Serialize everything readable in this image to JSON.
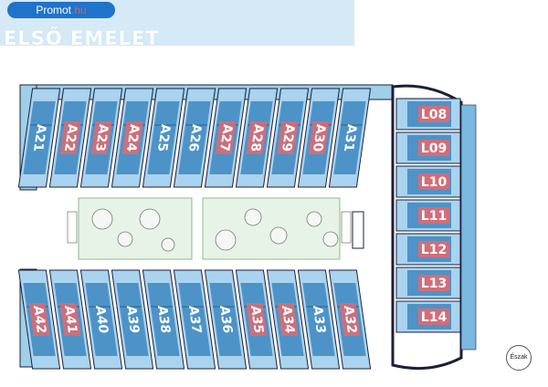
{
  "header": {
    "site_badge_main": "Promot",
    "site_badge_suffix": ".hu",
    "floor_title": "ELSŐ EMELET"
  },
  "compass": {
    "label": "Észak"
  },
  "colors": {
    "banner": "#d6e9f7",
    "badge": "#1f73c9",
    "unit_blue": "#4d93c8",
    "unit_light": "#a9d3ee",
    "highlight": "#e06a70",
    "courtyard": "#e6f3e6",
    "wall": "#1b1f3b"
  },
  "units": {
    "top_row": [
      {
        "label": "A21",
        "highlighted": false
      },
      {
        "label": "A22",
        "highlighted": true
      },
      {
        "label": "A23",
        "highlighted": true
      },
      {
        "label": "A24",
        "highlighted": true
      },
      {
        "label": "A25",
        "highlighted": false
      },
      {
        "label": "A26",
        "highlighted": false
      },
      {
        "label": "A27",
        "highlighted": true
      },
      {
        "label": "A28",
        "highlighted": true
      },
      {
        "label": "A29",
        "highlighted": true
      },
      {
        "label": "A30",
        "highlighted": true
      },
      {
        "label": "A31",
        "highlighted": false
      }
    ],
    "bottom_row": [
      {
        "label": "A42",
        "highlighted": true
      },
      {
        "label": "A41",
        "highlighted": true
      },
      {
        "label": "A40",
        "highlighted": false
      },
      {
        "label": "A39",
        "highlighted": false
      },
      {
        "label": "A38",
        "highlighted": false
      },
      {
        "label": "A37",
        "highlighted": false
      },
      {
        "label": "A36",
        "highlighted": false
      },
      {
        "label": "A35",
        "highlighted": true
      },
      {
        "label": "A34",
        "highlighted": true
      },
      {
        "label": "A33",
        "highlighted": false
      },
      {
        "label": "A32",
        "highlighted": true
      }
    ],
    "right_column": [
      {
        "label": "L08",
        "highlighted": true
      },
      {
        "label": "L09",
        "highlighted": true
      },
      {
        "label": "L10",
        "highlighted": true
      },
      {
        "label": "L11",
        "highlighted": true
      },
      {
        "label": "L12",
        "highlighted": true
      },
      {
        "label": "L13",
        "highlighted": true
      },
      {
        "label": "L14",
        "highlighted": true
      }
    ]
  }
}
